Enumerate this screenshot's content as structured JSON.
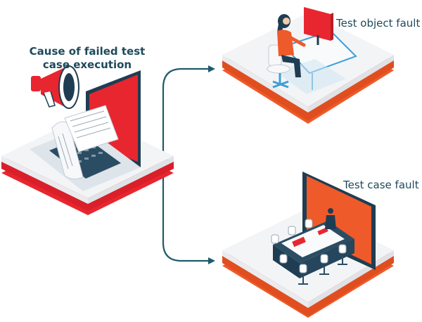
{
  "diagram": {
    "title": "Cause of failed test case execution",
    "branches": [
      {
        "label": "Test object fault"
      },
      {
        "label": "Test case fault"
      }
    ]
  },
  "colors": {
    "accent_red": "#e8262f",
    "accent_orange": "#ef5a2a",
    "text_navy": "#1e4a5a",
    "connector": "#1f5a6b",
    "platform_top": "#f3f4f6"
  },
  "icons": [
    "laptop-icon",
    "megaphone-icon",
    "receipt-icon",
    "office-worker-icon",
    "meeting-room-icon"
  ]
}
